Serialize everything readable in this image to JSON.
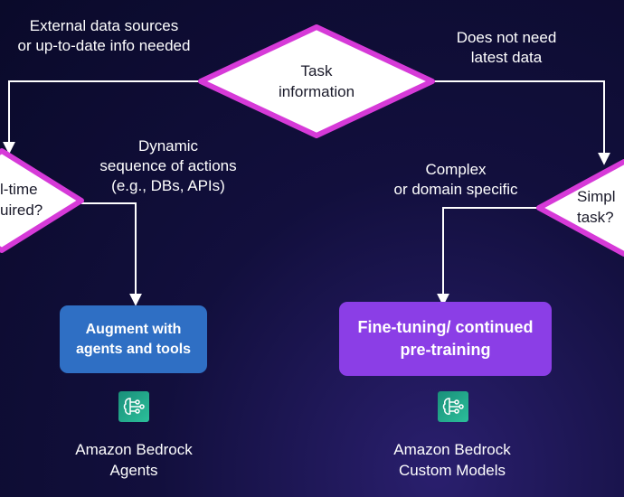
{
  "nodes": {
    "task_info": {
      "line1": "Task",
      "line2": "information"
    },
    "realtime": {
      "line1": "l-time",
      "line2": "uired?"
    },
    "simple": {
      "line1": "Simpl",
      "line2": "task?"
    }
  },
  "edges": {
    "external": {
      "line1": "External data sources",
      "line2": "or up-to-date info needed"
    },
    "no_latest": {
      "line1": "Does not need",
      "line2": "latest data"
    },
    "dynamic": {
      "line1": "Dynamic",
      "line2": "sequence of actions",
      "line3": "(e.g., DBs, APIs)"
    },
    "complex": {
      "line1": "Complex",
      "line2": "or domain specific"
    }
  },
  "outcomes": {
    "agents": {
      "label": "Augment with\nagents and tools",
      "service_line1": "Amazon Bedrock",
      "service_line2": "Agents",
      "color": "#2f6fc4"
    },
    "fine_tuning": {
      "label": "Fine-tuning/ continued\npre-training",
      "service_line1": "Amazon Bedrock",
      "service_line2": "Custom Models",
      "color": "#8b3ee6"
    }
  },
  "colors": {
    "diamond_border": "#d63ad8",
    "diamond_fill": "#ffffff",
    "connector": "#ffffff",
    "icon_bg": "#1f9e84"
  },
  "icons": {
    "service": "brain-circuit-icon"
  }
}
